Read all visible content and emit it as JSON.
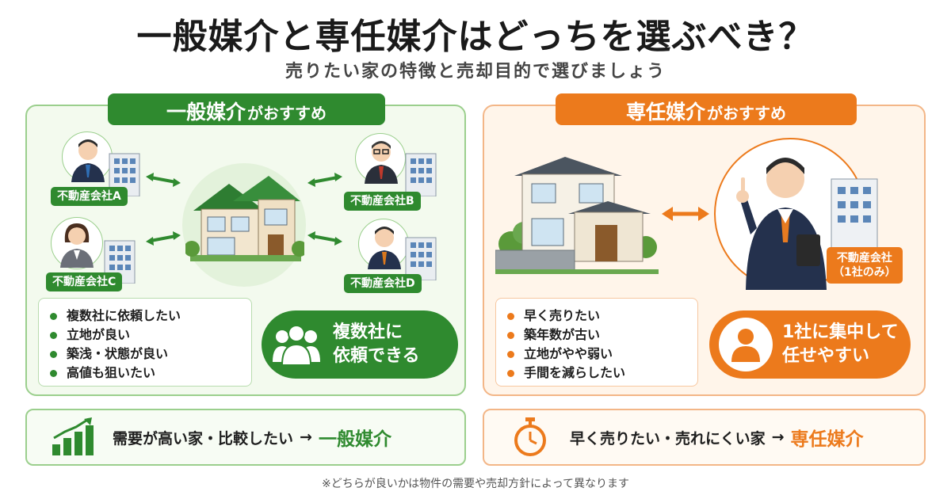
{
  "title": "一般媒介と専任媒介はどっちを選ぶべき？",
  "subtitle": "売りたい家の特徴と売却目的で選びましょう",
  "colors": {
    "green": "#2f8a2f",
    "orange": "#ec7a1c"
  },
  "general": {
    "heading_main": "一般媒介",
    "heading_suffix": "がおすすめ",
    "companies": [
      "不動産会社A",
      "不動産会社B",
      "不動産会社C",
      "不動産会社D"
    ],
    "points": [
      "複数社に依頼したい",
      "立地が良い",
      "築浅・状態が良い",
      "高値も狙いたい"
    ],
    "pill_icon": "group-icon",
    "pill_line1": "複数社に",
    "pill_line2": "依頼できる",
    "bottom_icon": "bar-chart-up-icon",
    "bottom_text": "需要が高い家・比較したい",
    "bottom_arrow": "→",
    "bottom_result": "一般媒介"
  },
  "exclusive": {
    "heading_main": "専任媒介",
    "heading_suffix": "がおすすめ",
    "company_line1": "不動産会社",
    "company_line2": "（1社のみ）",
    "points": [
      "早く売りたい",
      "築年数が古い",
      "立地がやや弱い",
      "手間を減らしたい"
    ],
    "pill_icon": "person-icon",
    "pill_line1": "1社に集中して",
    "pill_line2": "任せやすい",
    "bottom_icon": "stopwatch-icon",
    "bottom_text": "早く売りたい・売れにくい家",
    "bottom_arrow": "→",
    "bottom_result": "専任媒介"
  },
  "footnote": "※どちらが良いかは物件の需要や売却方針によって異なります"
}
